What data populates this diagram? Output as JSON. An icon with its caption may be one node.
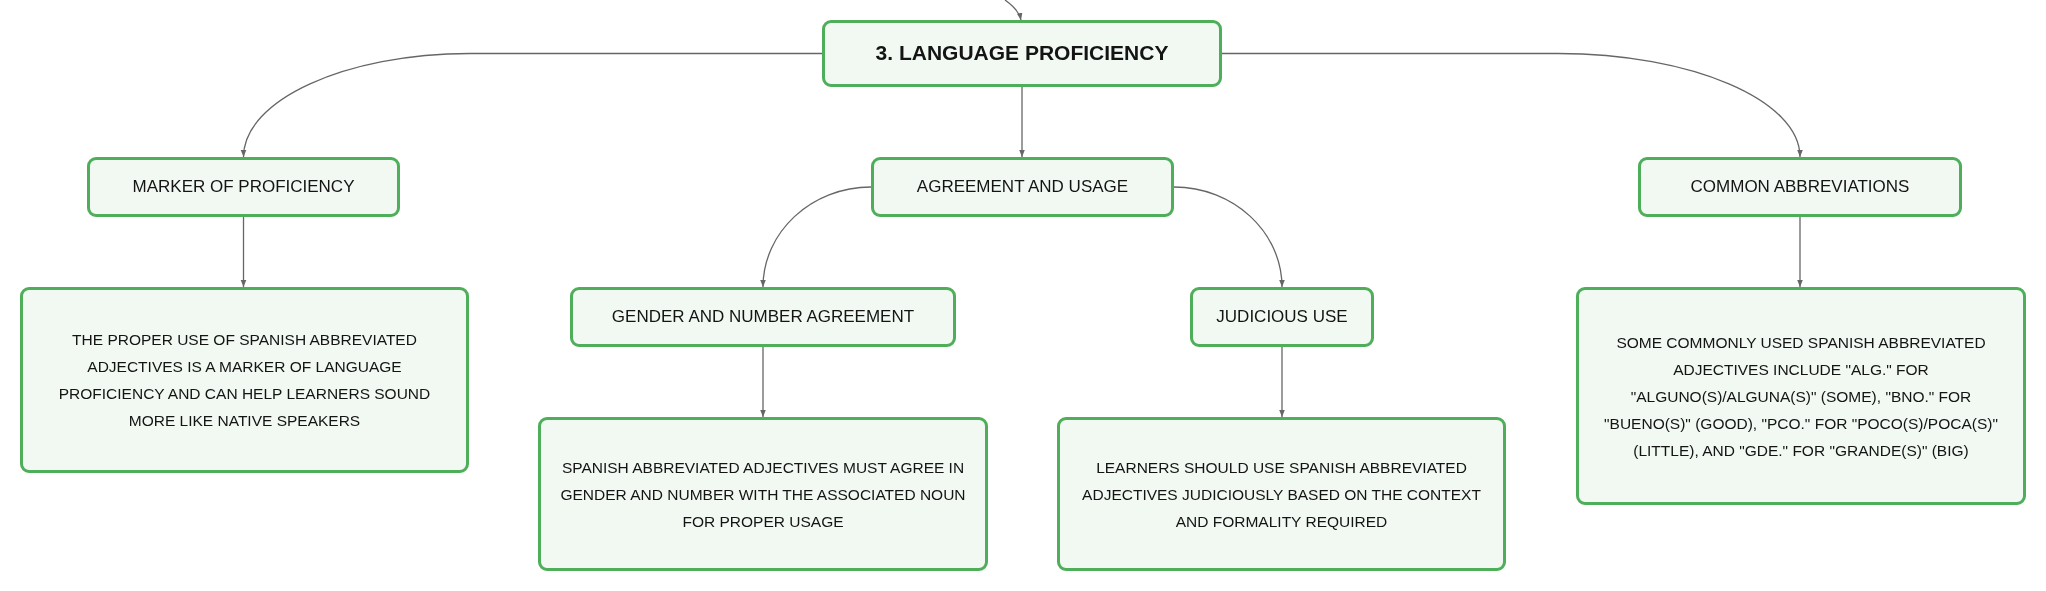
{
  "diagram": {
    "nodes": [
      {
        "text": [
          "3. LANGUAGE PROFICIENCY"
        ]
      },
      {
        "text": [
          "MARKER OF PROFICIENCY"
        ]
      },
      {
        "text": [
          "THE PROPER USE OF SPANISH ABBREVIATED ADJECTIVES IS A MARKER OF LANGUAGE PROFICIENCY AND CAN HELP LEARNERS SOUND MORE LIKE NATIVE SPEAKERS"
        ]
      },
      {
        "text": [
          "AGREEMENT AND USAGE"
        ]
      },
      {
        "text": [
          "GENDER AND NUMBER AGREEMENT"
        ]
      },
      {
        "text": [
          "SPANISH ABBREVIATED ADJECTIVES MUST AGREE IN GENDER AND NUMBER WITH THE ASSOCIATED NOUN FOR PROPER USAGE"
        ]
      },
      {
        "text": [
          "JUDICIOUS USE"
        ]
      },
      {
        "text": [
          "LEARNERS SHOULD USE SPANISH ABBREVIATED ADJECTIVES JUDICIOUSLY BASED ON THE CONTEXT AND FORMALITY REQUIRED"
        ]
      },
      {
        "text": [
          "COMMON ABBREVIATIONS"
        ]
      },
      {
        "text": [
          "SOME COMMONLY USED SPANISH ABBREVIATED ADJECTIVES INCLUDE \"ALG.\" FOR \"ALGUNO(S)/ALGUNA(S)\" (SOME), \"BNO.\" FOR \"BUENO(S)\" (GOOD), \"PCO.\" FOR \"POCO(S)/POCA(S)\" (LITTLE), AND \"GDE.\" FOR \"GRANDE(S)\" (BIG)"
        ]
      }
    ],
    "edges": [
      {
        "from": null,
        "to": 0,
        "arrow": "to"
      },
      {
        "from": 0,
        "to": 1,
        "arrow": "to"
      },
      {
        "from": 0,
        "to": 3,
        "arrow": "to"
      },
      {
        "from": 0,
        "to": 8,
        "arrow": "to"
      },
      {
        "from": 1,
        "to": 2,
        "arrow": "to"
      },
      {
        "from": 3,
        "to": 4,
        "arrow": "to"
      },
      {
        "from": 3,
        "to": 6,
        "arrow": "to"
      },
      {
        "from": 4,
        "to": 5,
        "arrow": "to"
      },
      {
        "from": 6,
        "to": 7,
        "arrow": "to"
      },
      {
        "from": 8,
        "to": 9,
        "arrow": "to"
      }
    ]
  }
}
